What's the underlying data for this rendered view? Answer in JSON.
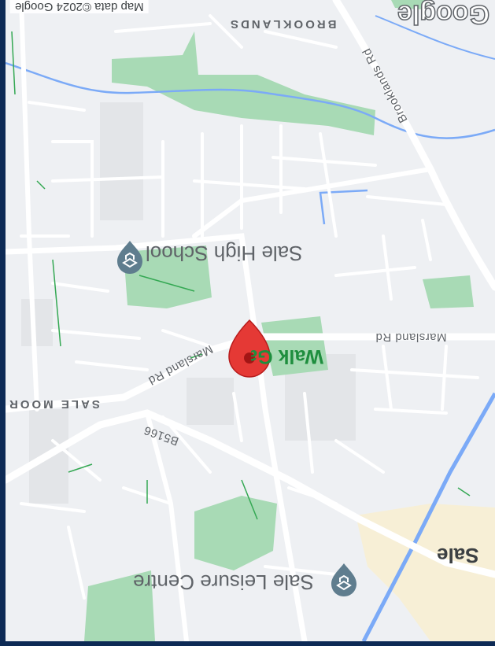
{
  "map": {
    "rotation_deg": 180,
    "attribution": "Map data ©2024 Google",
    "logo": "Google",
    "district_labels": [
      "BROOKLANDS",
      "SALE MOOR"
    ],
    "street_labels": [
      "Brooklands Rd",
      "Marsland Rd",
      "Marsland Rd",
      "B5166"
    ],
    "poi_labels": [
      "Sale High School",
      "Sale Leisure Centre"
    ],
    "park_label": "Walk Garden",
    "town_label": "Sale",
    "pin": {
      "icon": "map-pin-icon",
      "color": "#e53935"
    },
    "colors": {
      "land": "#eef0f3",
      "park": "#a8dab5",
      "water": "#7baaf7",
      "road": "#ffffff",
      "pin": "#e53935"
    }
  }
}
